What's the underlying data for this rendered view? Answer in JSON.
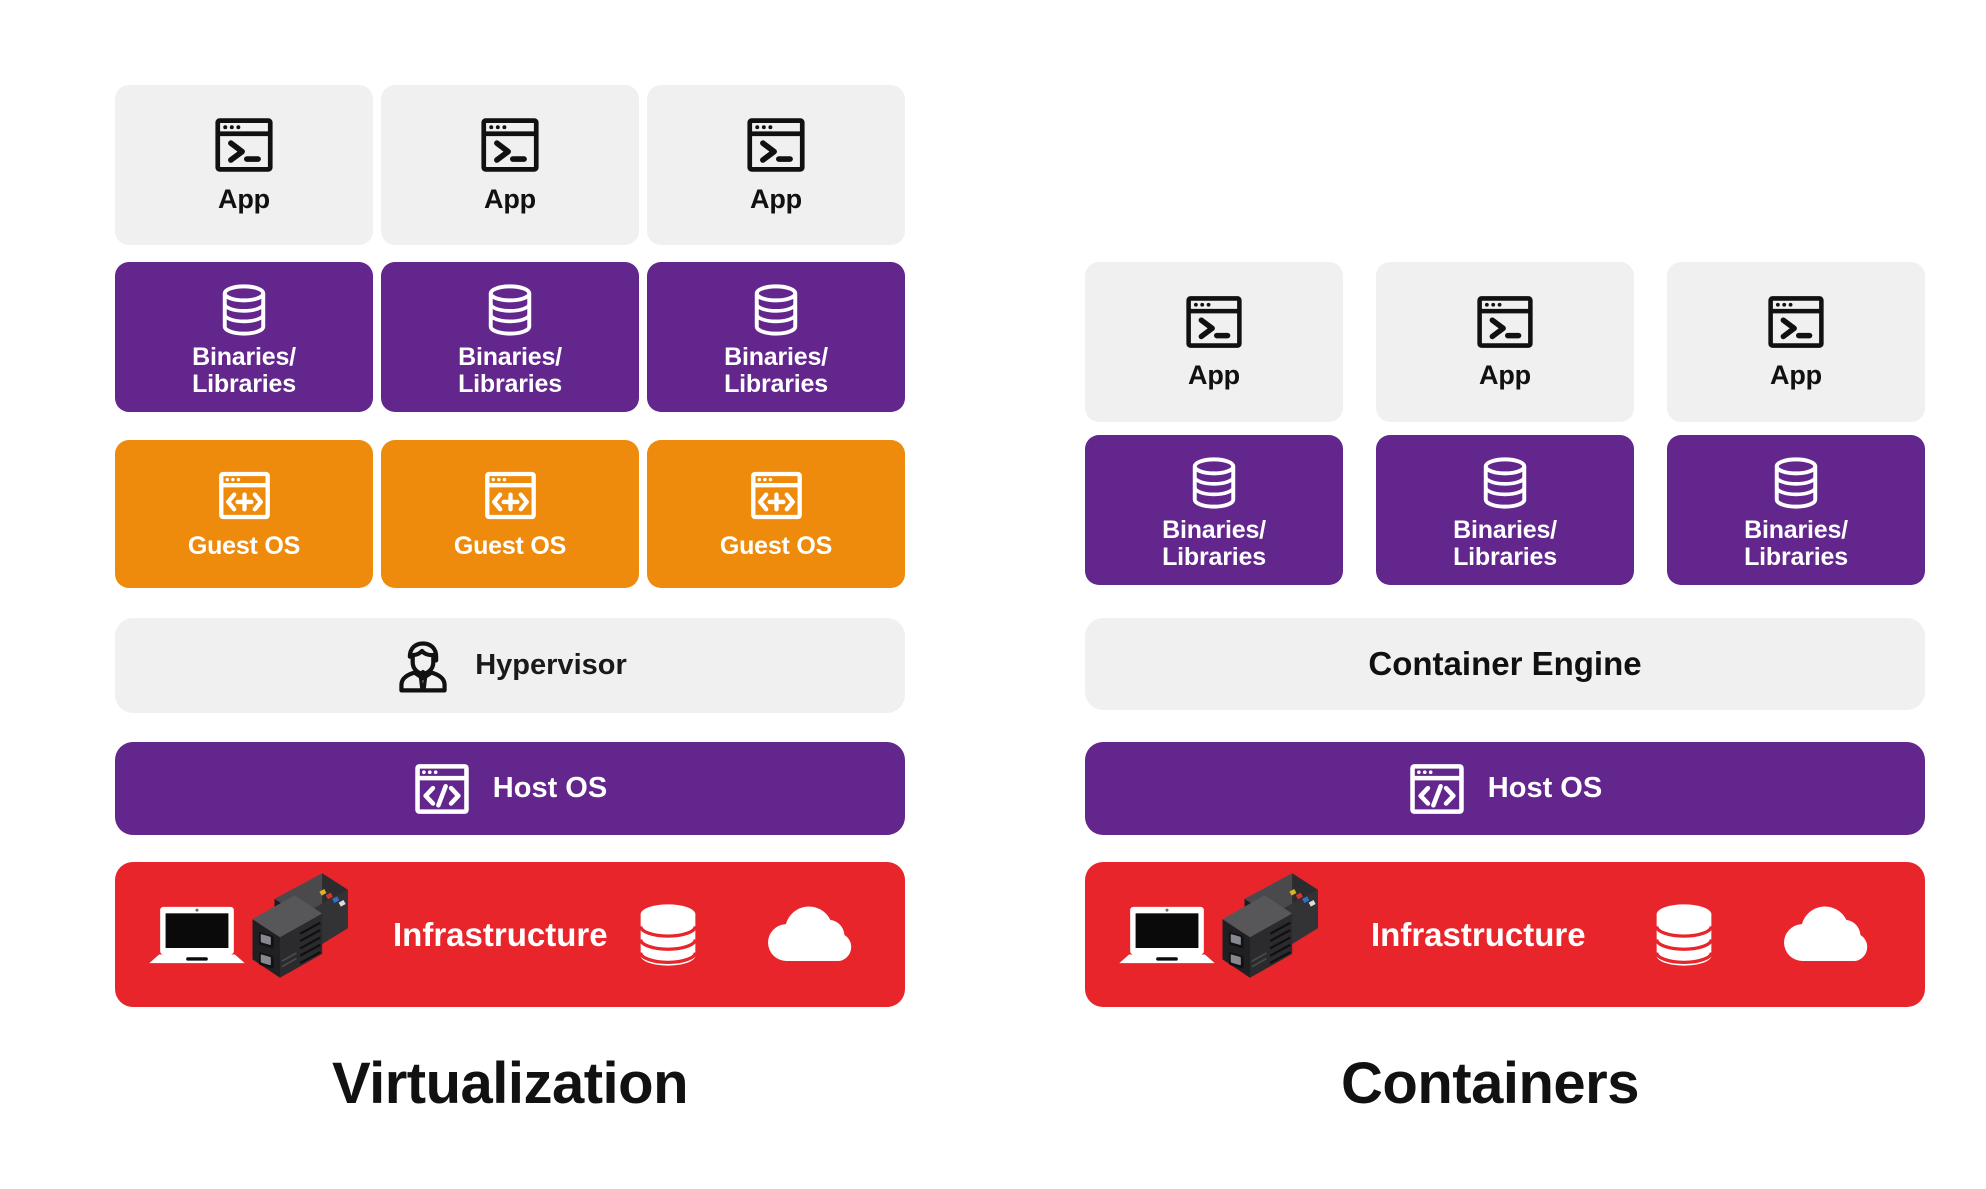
{
  "diagram": {
    "type": "comparison-stack-diagram",
    "background": "#ffffff",
    "colors": {
      "purple": "#63268c",
      "orange": "#ee8b0c",
      "red": "#e8252b",
      "light_gray": "#f0f0f0",
      "text_dark": "#111111",
      "text_light": "#ffffff"
    }
  },
  "left": {
    "title": "Virtualization",
    "apps": [
      {
        "label": "App",
        "icon": "terminal-window-icon"
      },
      {
        "label": "App",
        "icon": "terminal-window-icon"
      },
      {
        "label": "App",
        "icon": "terminal-window-icon"
      }
    ],
    "binaries": [
      {
        "line1": "Binaries/",
        "line2": "Libraries",
        "icon": "database-cylinder-icon"
      },
      {
        "line1": "Binaries/",
        "line2": "Libraries",
        "icon": "database-cylinder-icon"
      },
      {
        "line1": "Binaries/",
        "line2": "Libraries",
        "icon": "database-cylinder-icon"
      }
    ],
    "guest_os": [
      {
        "label": "Guest OS",
        "icon": "code-window-expand-icon"
      },
      {
        "label": "Guest OS",
        "icon": "code-window-expand-icon"
      },
      {
        "label": "Guest OS",
        "icon": "code-window-expand-icon"
      }
    ],
    "hypervisor": {
      "label": "Hypervisor",
      "icon": "person-admin-icon"
    },
    "host_os": {
      "label": "Host OS",
      "icon": "code-window-icon"
    },
    "infrastructure": {
      "label": "Infrastructure",
      "icons": [
        "laptop-icon",
        "server-rack-icon",
        "database-cylinder-icon",
        "cloud-icon"
      ]
    }
  },
  "right": {
    "title": "Containers",
    "apps": [
      {
        "label": "App",
        "icon": "terminal-window-icon"
      },
      {
        "label": "App",
        "icon": "terminal-window-icon"
      },
      {
        "label": "App",
        "icon": "terminal-window-icon"
      }
    ],
    "binaries": [
      {
        "line1": "Binaries/",
        "line2": "Libraries",
        "icon": "database-cylinder-icon"
      },
      {
        "line1": "Binaries/",
        "line2": "Libraries",
        "icon": "database-cylinder-icon"
      },
      {
        "line1": "Binaries/",
        "line2": "Libraries",
        "icon": "database-cylinder-icon"
      }
    ],
    "container_engine": {
      "label": "Container Engine"
    },
    "host_os": {
      "label": "Host OS",
      "icon": "code-window-icon"
    },
    "infrastructure": {
      "label": "Infrastructure",
      "icons": [
        "laptop-icon",
        "server-rack-icon",
        "database-cylinder-icon",
        "cloud-icon"
      ]
    }
  }
}
